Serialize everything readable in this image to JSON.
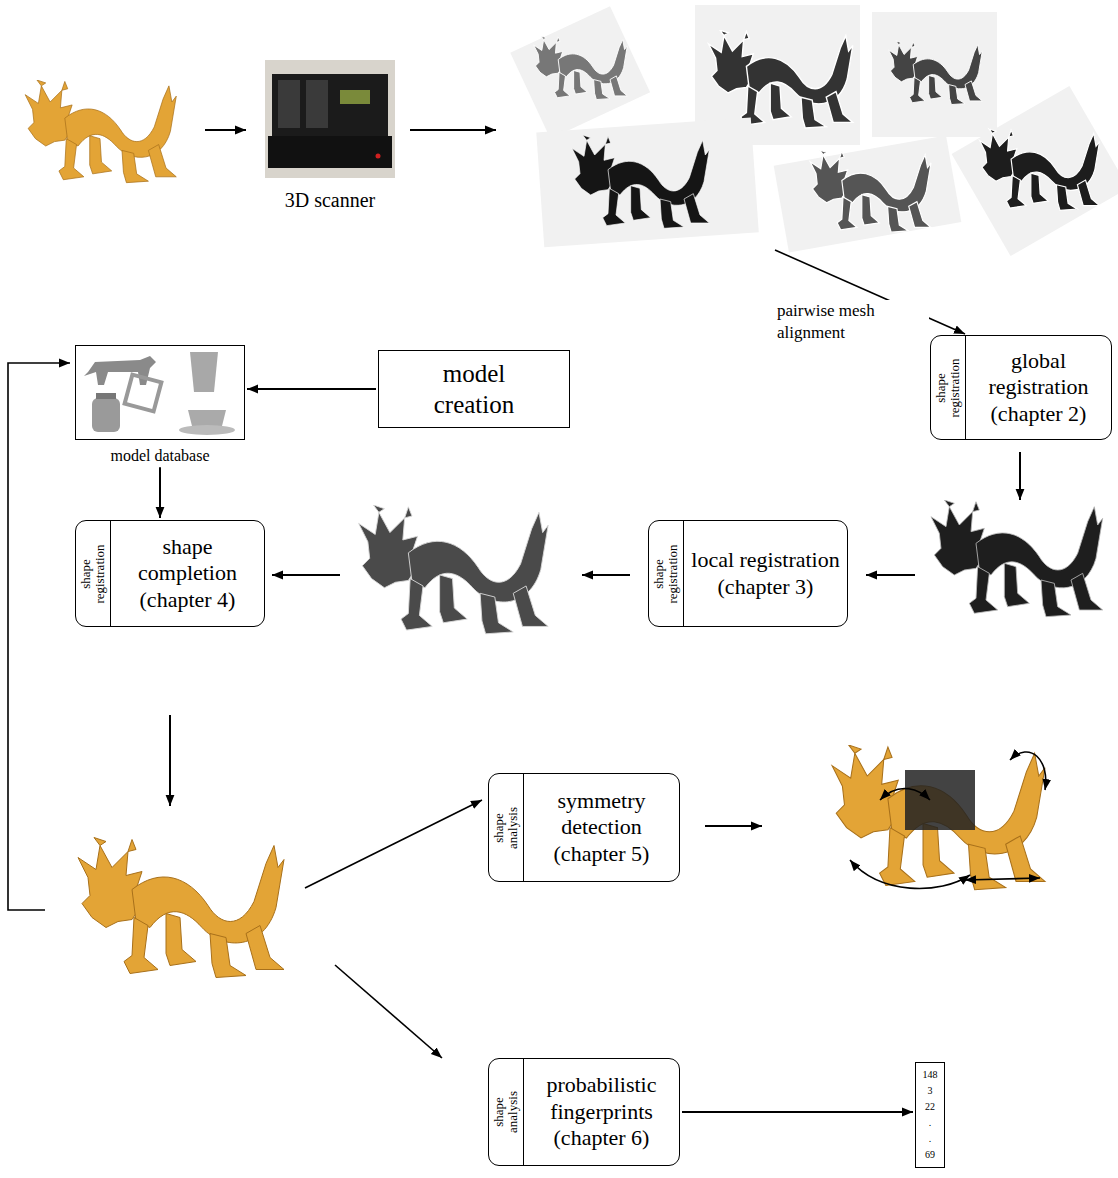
{
  "diagram": {
    "nodes": [
      {
        "text": [
          "3D scanner"
        ]
      },
      {
        "text": [
          "model database"
        ]
      },
      {
        "text": [
          "model creation"
        ]
      },
      {
        "text": [
          "shape registration",
          "global registration (chapter 2)"
        ]
      },
      {
        "text": [
          "shape registration",
          "local registration (chapter 3)"
        ]
      },
      {
        "text": [
          "shape registration",
          "shape completion (chapter 4)"
        ]
      },
      {
        "text": [
          "shape analysis",
          "symmetry detection (chapter 5)"
        ]
      },
      {
        "text": [
          "shape analysis",
          "probabilistic fingerprints (chapter 6)"
        ]
      },
      {
        "text": [
          "148",
          "3",
          "22",
          ".",
          ".",
          "69"
        ]
      }
    ],
    "edges": [
      {
        "from": 2,
        "to": 1,
        "arrow": "to"
      },
      {
        "from": 1,
        "to": 5,
        "arrow": "to"
      },
      {
        "from": 7,
        "to": 8,
        "arrow": "to"
      }
    ],
    "labels": [
      "pairwise mesh alignment"
    ]
  }
}
